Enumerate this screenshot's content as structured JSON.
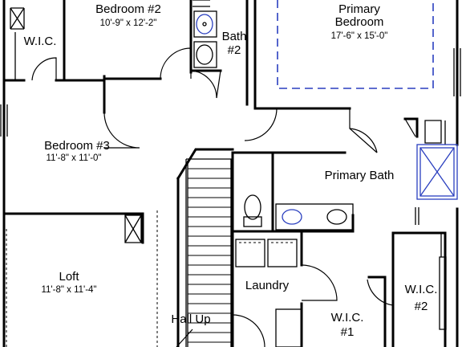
{
  "rooms": {
    "bedroom2": {
      "name": "Bedroom #2",
      "dims": "10'-9\" x 12'-2\""
    },
    "bath2": {
      "name_line1": "Bath",
      "name_line2": "#2"
    },
    "primary_bedroom": {
      "name_line1": "Primary",
      "name_line2": "Bedroom",
      "dims": "17'-6\" x 15'-0\""
    },
    "wic_top": {
      "name": "W.I.C."
    },
    "bedroom3": {
      "name": "Bedroom #3",
      "dims": "11'-8\" x 11'-0\""
    },
    "primary_bath": {
      "name": "Primary Bath"
    },
    "loft": {
      "name": "Loft",
      "dims": "11'-8\" x 11'-4\""
    },
    "laundry": {
      "name": "Laundry"
    },
    "hall_up": {
      "name": "Hall Up"
    },
    "wic1": {
      "name_line1": "W.I.C.",
      "name_line2": "#1"
    },
    "wic2": {
      "name_line1": "W.I.C.",
      "name_line2": "#2"
    }
  },
  "colors": {
    "walls": "#000000",
    "fixtures_accent": "#2a3fbf",
    "background": "#ffffff"
  }
}
